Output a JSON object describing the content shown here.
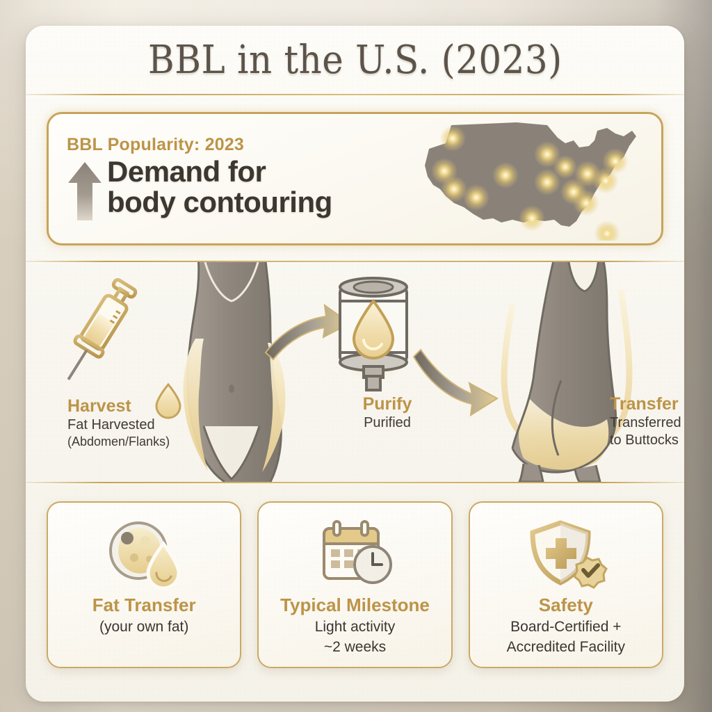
{
  "palette": {
    "gold": "#bc9448",
    "gold_border": "#c7a45a",
    "ink": "#3c3731",
    "title_ink": "#5c544a",
    "paper": "#fdfcf8",
    "figure_gray": "#8d867d",
    "fat_cream": "#f1e2b4"
  },
  "header": {
    "title": "BBL in the U.S. (2023)"
  },
  "hero": {
    "kicker": "BBL Popularity: 2023",
    "headline_line1": "Demand for",
    "headline_line2": "body contouring",
    "arrow_icon": "up-arrow-icon",
    "map_icon": "us-map-icon",
    "map_hotspot_count": 15
  },
  "process": {
    "steps": [
      {
        "key": "harvest",
        "title": "Harvest",
        "sub_line1": "Fat Harvested",
        "sub_line2": "(Abdomen/Flanks)",
        "icon": "syringe-icon",
        "figure": "female-torso-front-figure"
      },
      {
        "key": "purify",
        "title": "Purify",
        "sub_line1": "Purified",
        "sub_line2": "",
        "icon": "centrifuge-canister-icon",
        "figure": "glowing-fat-droplet"
      },
      {
        "key": "transfer",
        "title": "Transfer",
        "sub_line1": "Transferred",
        "sub_line2": "to Buttocks",
        "icon": "arrow-curved-icon",
        "figure": "female-buttocks-profile-figure"
      }
    ]
  },
  "cards": [
    {
      "icon": "fat-cell-droplet-icon",
      "title": "Fat Transfer",
      "sub_line1": "(your own fat)",
      "sub_line2": ""
    },
    {
      "icon": "calendar-clock-icon",
      "title": "Typical Milestone",
      "sub_line1": "Light activity",
      "sub_line2": "~2 weeks"
    },
    {
      "icon": "shield-check-icon",
      "title": "Safety",
      "sub_line1": "Board-Certified +",
      "sub_line2": "Accredited Facility"
    }
  ]
}
